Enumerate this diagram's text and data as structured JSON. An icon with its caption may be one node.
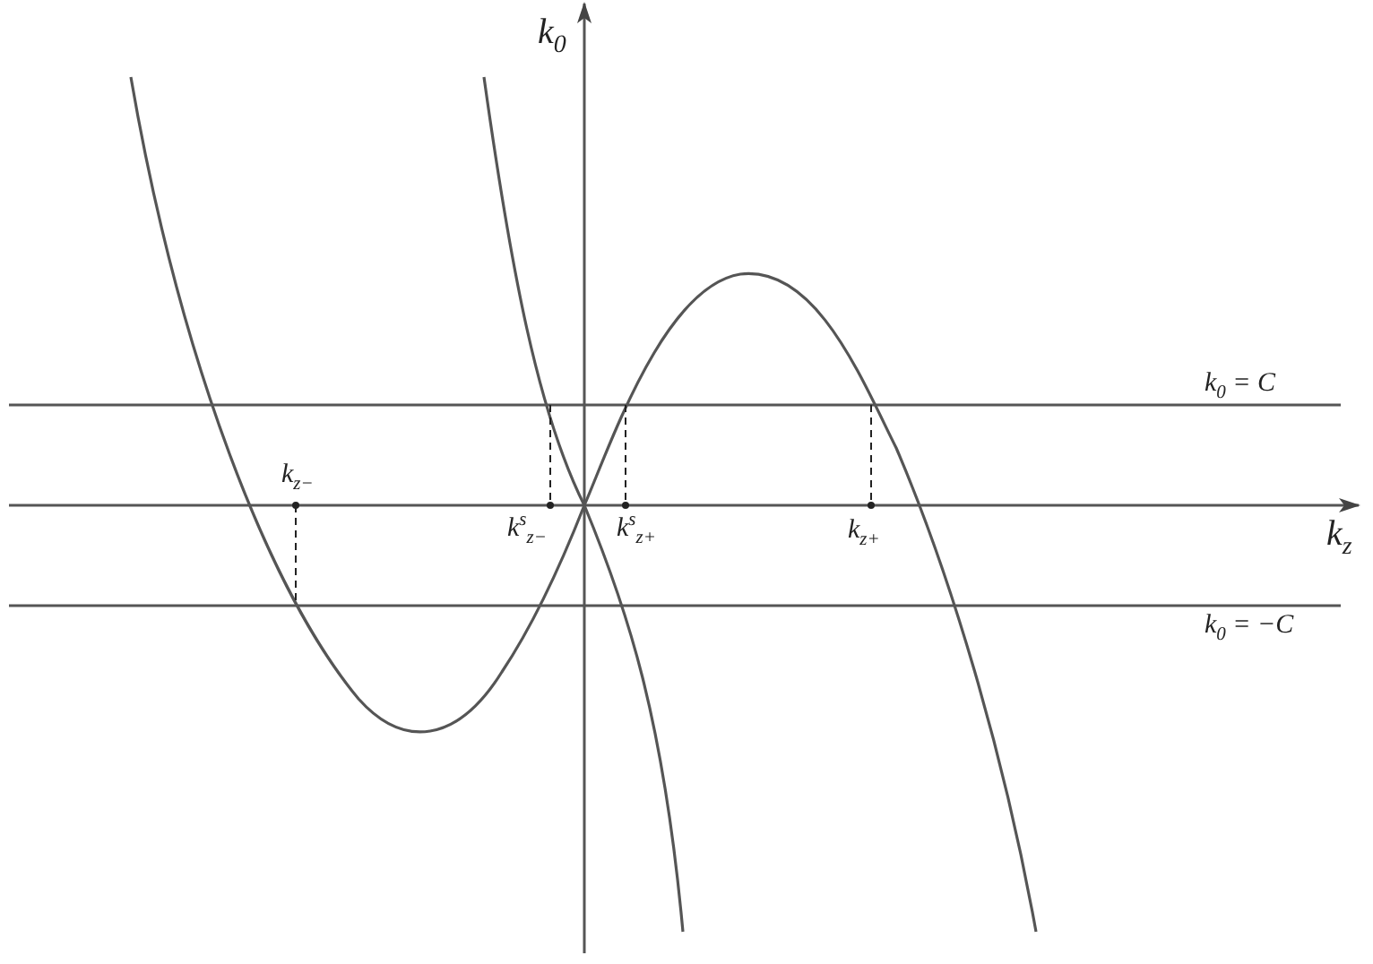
{
  "diagram": {
    "labels": [
      "k$_{0}$",
      "k$_{0}$ = C",
      "k$_{z−}$",
      "k$^{s}$$_{z−}$",
      "k$^{s}$$_{z+}$",
      "k$_{z+}$",
      "k$_{z}$",
      "k$_{0}$ = −C"
    ]
  }
}
